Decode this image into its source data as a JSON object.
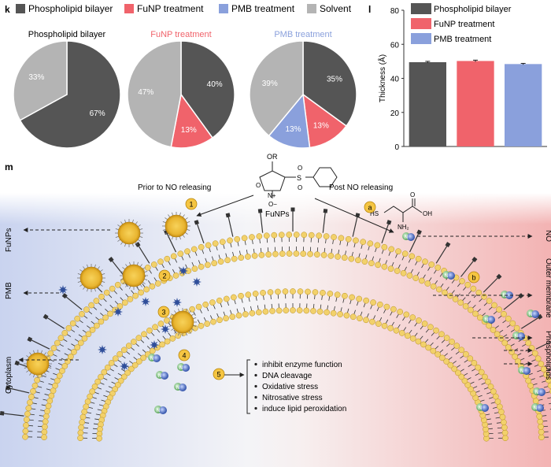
{
  "panel_k": {
    "letter": "k",
    "legend": [
      {
        "label": "Phospholipid bilayer",
        "color": "#555555"
      },
      {
        "label": "FuNP treatment",
        "color": "#f0636b"
      },
      {
        "label": "PMB treatment",
        "color": "#8aa0dc"
      },
      {
        "label": "Solvent",
        "color": "#b4b4b4"
      }
    ]
  },
  "panel_l": {
    "letter": "l"
  },
  "panel_m": {
    "letter": "m",
    "molecule": {
      "or_label": "OR",
      "o_label": "O",
      "n_label": "N",
      "nplus_label": "N+",
      "ominus_label": "O−",
      "s_label": "S",
      "so_label1": "O",
      "so_label2": "O"
    },
    "compound_label": "FuNPs",
    "prior_label": "Prior to NO releasing",
    "post_label": "Post NO releasing",
    "cysteine": {
      "hs_label": "HS",
      "nh2_label": "NH₂",
      "oh_label": "OH",
      "o_label": "O"
    },
    "steps": [
      "1",
      "2",
      "3",
      "4",
      "5"
    ],
    "step_a": "a",
    "step_b": "b",
    "left_labels": [
      "FuNPs",
      "PMB",
      "Cytoplasm"
    ],
    "right_labels": [
      "NO",
      "Outer membrane",
      "Phospholipids"
    ],
    "effects": [
      "inhibit enzyme function",
      "DNA cleavage",
      "Oxidative stress",
      "Nitrosative stress",
      "induce lipid peroxidation"
    ],
    "no_label": "N"
  },
  "colors": {
    "dark_gray": "#555555",
    "red": "#f0636b",
    "blue": "#8aa0dc",
    "light_gray": "#b4b4b4",
    "lipid_head": "#f2d16b",
    "nanoparticle": "#e9b530"
  },
  "chart_data": [
    {
      "type": "pie",
      "title": "Phospholipid bilayer",
      "title_color": "#000000",
      "slices": [
        {
          "label": "Phospholipid bilayer",
          "value": 67,
          "text": "67%",
          "color": "#555555"
        },
        {
          "label": "Solvent",
          "value": 33,
          "text": "33%",
          "color": "#b4b4b4"
        }
      ]
    },
    {
      "type": "pie",
      "title": "FuNP treatment",
      "title_color": "#f0636b",
      "slices": [
        {
          "label": "Phospholipid bilayer",
          "value": 40,
          "text": "40%",
          "color": "#555555"
        },
        {
          "label": "FuNP treatment",
          "value": 13,
          "text": "13%",
          "color": "#f0636b"
        },
        {
          "label": "Solvent",
          "value": 47,
          "text": "47%",
          "color": "#b4b4b4"
        }
      ]
    },
    {
      "type": "pie",
      "title": "PMB treatment",
      "title_color": "#8aa0dc",
      "slices": [
        {
          "label": "Phospholipid bilayer",
          "value": 35,
          "text": "35%",
          "color": "#555555"
        },
        {
          "label": "FuNP treatment",
          "value": 13,
          "text": "13%",
          "color": "#f0636b"
        },
        {
          "label": "PMB treatment",
          "value": 13,
          "text": "13%",
          "color": "#8aa0dc"
        },
        {
          "label": "Solvent",
          "value": 39,
          "text": "39%",
          "color": "#b4b4b4"
        }
      ]
    },
    {
      "type": "bar",
      "categories": [
        "Phospholipid bilayer",
        "FuNP treatment",
        "PMB treatment"
      ],
      "values": [
        49.5,
        50.2,
        48.4
      ],
      "errors": [
        0.5,
        0.5,
        0.4
      ],
      "colors": [
        "#555555",
        "#f0636b",
        "#8aa0dc"
      ],
      "ylabel": "Thickness (Å)",
      "ylim": [
        0,
        80
      ],
      "yticks": [
        "0",
        "20",
        "40",
        "60",
        "80"
      ],
      "legend": "top-right"
    }
  ]
}
